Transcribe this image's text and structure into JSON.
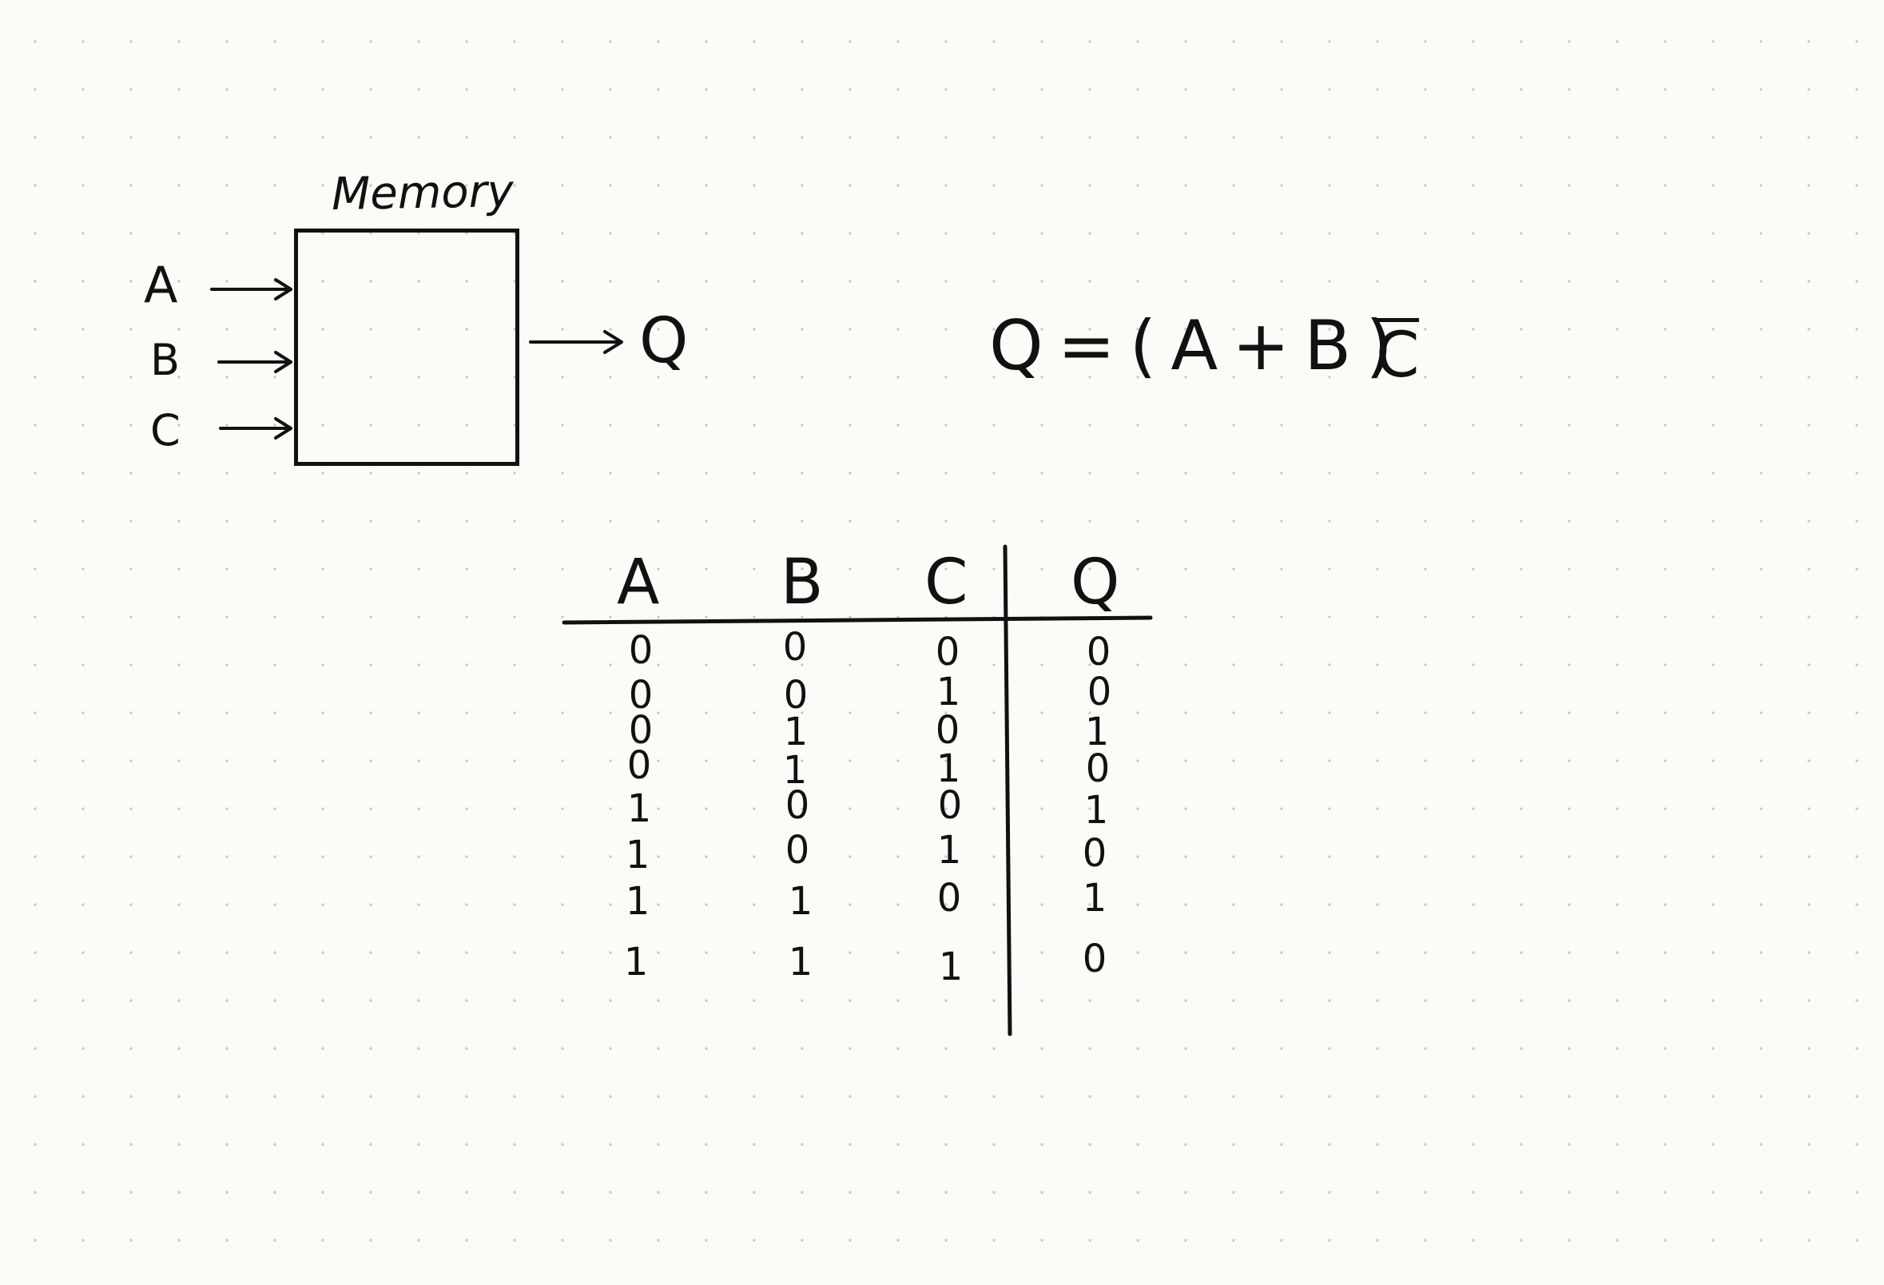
{
  "memory_block": {
    "title": "Memory",
    "inputs": [
      "A",
      "B",
      "C"
    ],
    "output": "Q"
  },
  "equation": {
    "lhs": "Q",
    "equals": "=",
    "rhs_group": "(A+B)",
    "rhs_complement": "C"
  },
  "truth_table": {
    "headers": [
      "A",
      "B",
      "C",
      "Q"
    ],
    "rows": [
      [
        "0",
        "0",
        "0",
        "0"
      ],
      [
        "0",
        "0",
        "1",
        "0"
      ],
      [
        "0",
        "1",
        "0",
        "1"
      ],
      [
        "0",
        "1",
        "1",
        "0"
      ],
      [
        "1",
        "0",
        "0",
        "1"
      ],
      [
        "1",
        "0",
        "1",
        "0"
      ],
      [
        "1",
        "1",
        "0",
        "1"
      ],
      [
        "1",
        "1",
        "1",
        "0"
      ]
    ]
  }
}
